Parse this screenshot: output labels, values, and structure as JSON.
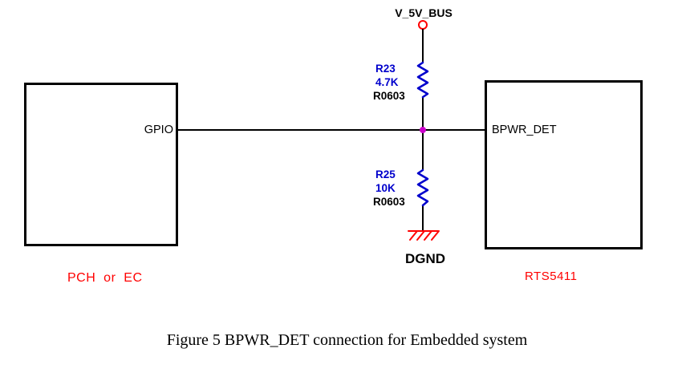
{
  "nets": {
    "power": "V_5V_BUS",
    "ground": "DGND"
  },
  "blocks": {
    "left": {
      "pin": "GPIO",
      "name": "PCH  or  EC"
    },
    "right": {
      "pin": "BPWR_DET",
      "name": "RTS5411"
    }
  },
  "resistors": {
    "top": {
      "ref": "R23",
      "value": "4.7K",
      "package": "R0603"
    },
    "bottom": {
      "ref": "R25",
      "value": "10K",
      "package": "R0603"
    }
  },
  "caption": "Figure 5 BPWR_DET connection for Embedded system",
  "colors": {
    "wire": "#000000",
    "resistor": "#0000cc",
    "net_marker": "#ff0000",
    "junction": "#cc00cc",
    "block_name": "#ff0000"
  },
  "icons": {
    "power_node": "power-node-icon",
    "resistor": "resistor-icon",
    "junction": "junction-dot-icon",
    "ground": "ground-icon"
  }
}
